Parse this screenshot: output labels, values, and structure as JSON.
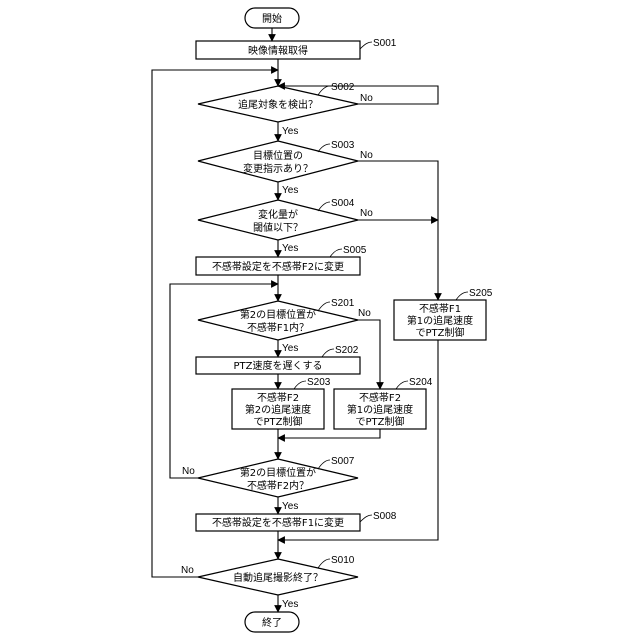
{
  "terminals": {
    "start": "開始",
    "end": "終了"
  },
  "steps": {
    "s001": {
      "label": "S001",
      "text": "映像情報取得"
    },
    "s002": {
      "label": "S002",
      "text": "追尾対象を検出？"
    },
    "s003": {
      "label": "S003",
      "line1": "目標位置の",
      "line2": "変更指示あり？"
    },
    "s004": {
      "label": "S004",
      "line1": "変化量が",
      "line2": "閾値以下？"
    },
    "s005": {
      "label": "S005",
      "text": "不感帯設定を不感帯F2に変更"
    },
    "s201": {
      "label": "S201",
      "line1": "第2の目標位置が",
      "line2": "不感帯F1内？"
    },
    "s202": {
      "label": "S202",
      "text": "PTZ速度を遅くする"
    },
    "s203": {
      "label": "S203",
      "line1": "不感帯F2",
      "line2": "第2の追尾速度",
      "line3": "でPTZ制御"
    },
    "s204": {
      "label": "S204",
      "line1": "不感帯F2",
      "line2": "第1の追尾速度",
      "line3": "でPTZ制御"
    },
    "s205": {
      "label": "S205",
      "line1": "不感帯F1",
      "line2": "第1の追尾速度",
      "line3": "でPTZ制御"
    },
    "s007": {
      "label": "S007",
      "line1": "第2の目標位置が",
      "line2": "不感帯F2内？"
    },
    "s008": {
      "label": "S008",
      "text": "不感帯設定を不感帯F1に変更"
    },
    "s010": {
      "label": "S010",
      "text": "自動追尾撮影終了？"
    }
  },
  "branches": {
    "yes": "Yes",
    "no": "No"
  }
}
